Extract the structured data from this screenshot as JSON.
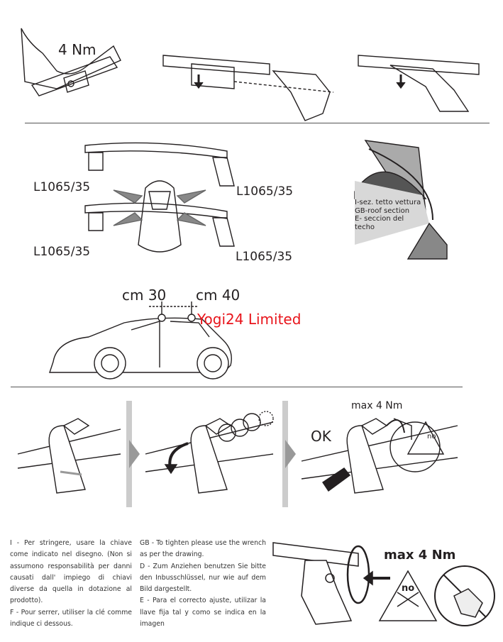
{
  "step1": {
    "torque_label": "4 Nm"
  },
  "step2": {
    "bar_labels": [
      "L1065/35",
      "L1065/35",
      "L1065/35",
      "L1065/35"
    ],
    "roof_section_labels": [
      "I-sez. tetto vettura",
      "GB-roof section",
      "E- seccion del",
      "techo"
    ]
  },
  "step3": {
    "distance_front": "cm 30",
    "distance_rear": "cm 40",
    "watermark": "Yogi24 Limited"
  },
  "step4": {
    "ok_label": "OK",
    "max_torque_label": "max 4 Nm",
    "no_label": "no"
  },
  "instructions": {
    "italian": "I - Per stringere, usare la chiave come indicato nel disegno. (Non si assumono responsabilità per danni causati dall' impiego di chiavi diverse da quella in dotazione al prodotto).",
    "french": "F - Pour serrer, utiliser la clé comme indique ci dessous.",
    "english": "GB - To tighten please use the wrench as per the drawing.",
    "german": "D - Zum Anziehen benutzen Sie bitte den Inbusschlüssel, nur wie auf dem Bild dargestellt.",
    "spanish": "E - Para el correcto ajuste, utilizar la llave fija tal y como se indica en la imagen"
  },
  "bottom_figure": {
    "max_torque_label": "max 4 Nm",
    "no_label": "no"
  }
}
